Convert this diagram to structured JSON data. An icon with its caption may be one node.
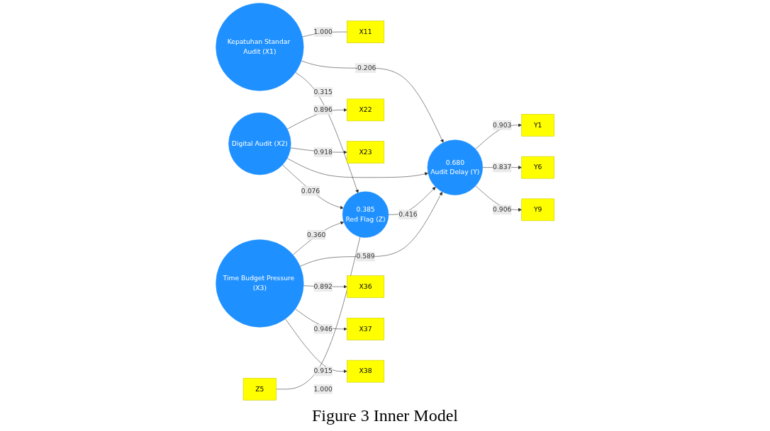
{
  "diagram": {
    "caption": "Figure 3 Inner Model",
    "nodes": [
      {
        "text": [
          "X11"
        ]
      },
      {
        "text": [
          "Kepatuhan Standar Audit (X1)"
        ]
      },
      {
        "text": [
          "Y1"
        ]
      },
      {
        "text": [
          "X22"
        ]
      },
      {
        "text": [
          "Digital Audit (X2)"
        ]
      },
      {
        "text": [
          "X23"
        ]
      },
      {
        "text": [
          "0.385",
          "Red Flag (Z)"
        ]
      },
      {
        "text": [
          "Y6"
        ]
      },
      {
        "text": [
          "0.680",
          "Audit Delay (Y)"
        ]
      },
      {
        "text": [
          "Z5"
        ]
      },
      {
        "text": [
          "Y9"
        ]
      },
      {
        "text": [
          "Time Budget Pressure (X3)"
        ]
      },
      {
        "text": [
          "X36"
        ]
      },
      {
        "text": [
          "X37"
        ]
      },
      {
        "text": [
          "X38"
        ]
      }
    ],
    "edges": [
      {
        "from": 1,
        "to": 0,
        "arrow": "none",
        "label": "1.000"
      },
      {
        "from": 1,
        "to": 8,
        "arrow": "to",
        "label": "-0.206"
      },
      {
        "from": 1,
        "to": 6,
        "arrow": "to",
        "label": "0.315"
      },
      {
        "from": 4,
        "to": 3,
        "arrow": "to",
        "label": "0.896"
      },
      {
        "from": 4,
        "to": 5,
        "arrow": "to",
        "label": "0.918"
      },
      {
        "from": 4,
        "to": 8,
        "arrow": "to"
      },
      {
        "from": 4,
        "to": 6,
        "arrow": "to",
        "label": "0.076"
      },
      {
        "from": 6,
        "to": 8,
        "arrow": "to",
        "label": "0.416"
      },
      {
        "from": 8,
        "to": 2,
        "arrow": "to",
        "label": "0.903"
      },
      {
        "from": 8,
        "to": 7,
        "arrow": "to",
        "label": "0.837"
      },
      {
        "from": 8,
        "to": 10,
        "arrow": "to",
        "label": "0.906"
      },
      {
        "from": 9,
        "to": 6,
        "arrow": "none",
        "label": "1.000"
      },
      {
        "from": 11,
        "to": 6,
        "arrow": "to",
        "label": "0.360"
      },
      {
        "from": 11,
        "to": 8,
        "arrow": "to",
        "label": "0.589"
      },
      {
        "from": 11,
        "to": 12,
        "arrow": "to",
        "label": "0.892"
      },
      {
        "from": 11,
        "to": 13,
        "arrow": "to",
        "label": "0.946"
      },
      {
        "from": 11,
        "to": 14,
        "arrow": "to",
        "label": "0.915"
      }
    ]
  }
}
